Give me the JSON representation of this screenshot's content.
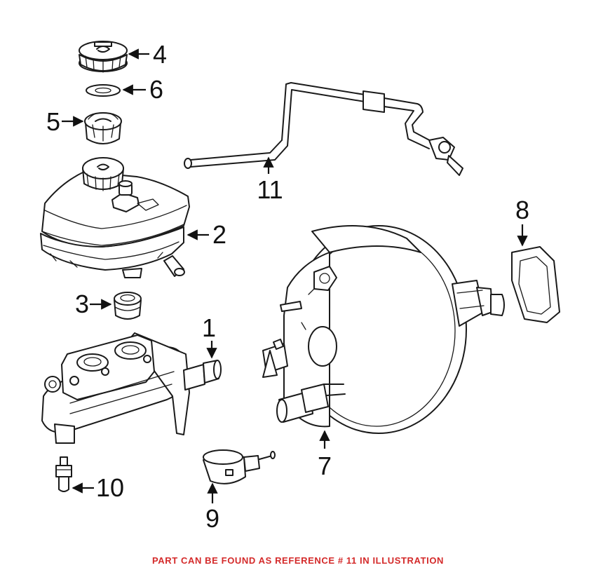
{
  "callouts": {
    "c1": "1",
    "c2": "2",
    "c3": "3",
    "c4": "4",
    "c5": "5",
    "c6": "6",
    "c7": "7",
    "c8": "8",
    "c9": "9",
    "c10": "10",
    "c11": "11"
  },
  "footer": {
    "note": "PART CAN BE FOUND AS REFERENCE # 11 IN ILLUSTRATION",
    "color": "#d42a2a"
  },
  "colors": {
    "line": "#1a1a1a",
    "background": "#ffffff"
  }
}
